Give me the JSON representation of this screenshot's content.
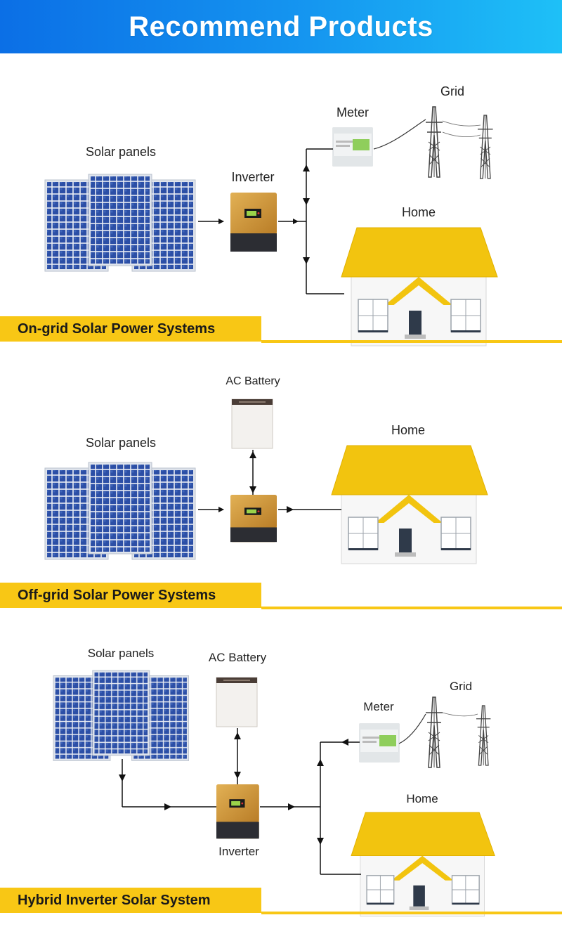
{
  "header": {
    "title": "Recommend Products"
  },
  "colors": {
    "banner_start": "#0b6fe6",
    "banner_end": "#1ec0f7",
    "accent_yellow": "#f8c715",
    "roof": "#f2c40f",
    "inverter": "#d39a3a",
    "panel": "#2a4fa8"
  },
  "sections": [
    {
      "title": "On-grid Solar Power Systems",
      "labels": {
        "panels": "Solar panels",
        "inverter": "Inverter",
        "meter": "Meter",
        "grid": "Grid",
        "home": "Home"
      }
    },
    {
      "title": "Off-grid Solar Power Systems",
      "labels": {
        "panels": "Solar panels",
        "battery": "AC Battery",
        "home": "Home"
      }
    },
    {
      "title": "Hybrid Inverter Solar System",
      "labels": {
        "panels": "Solar panels",
        "battery": "AC Battery",
        "inverter": "Inverter",
        "meter": "Meter",
        "grid": "Grid",
        "home": "Home"
      }
    }
  ]
}
